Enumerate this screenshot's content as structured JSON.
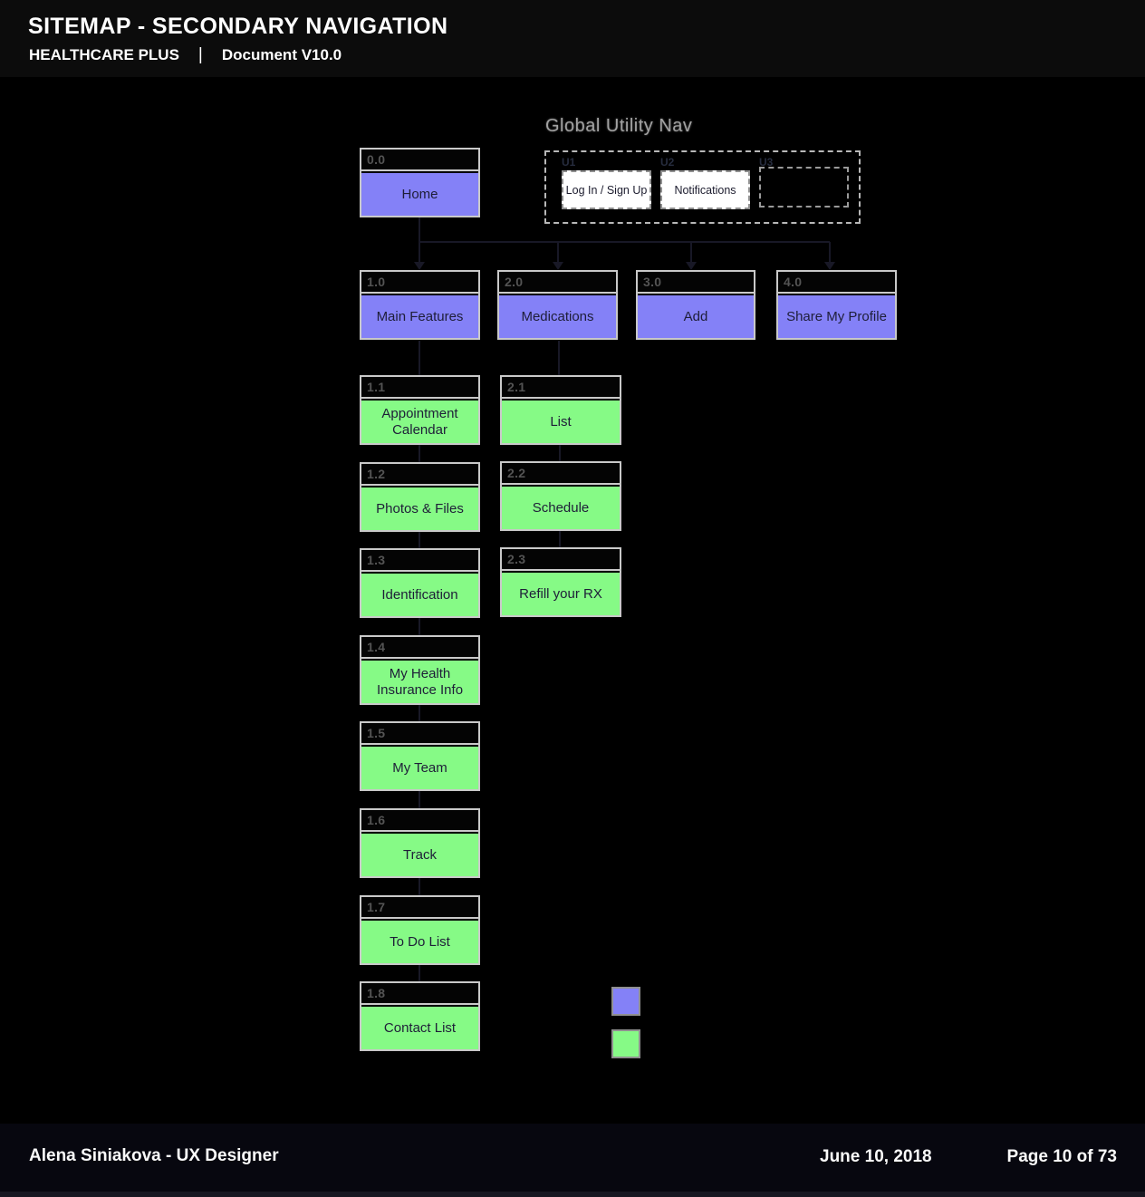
{
  "header": {
    "title": "SITEMAP - SECONDARY NAVIGATION",
    "brand": "HEALTHCARE PLUS",
    "separator": "|",
    "version": "Document V10.0"
  },
  "utility_nav": {
    "title": "Global Utility Nav",
    "items": [
      {
        "id": "U1",
        "label": "Log In / Sign Up"
      },
      {
        "id": "U2",
        "label": "Notifications"
      },
      {
        "id": "U3",
        "label": ""
      }
    ]
  },
  "sitemap": {
    "home": {
      "id": "0.0",
      "label": "Home"
    },
    "level1": [
      {
        "id": "1.0",
        "label": "Main Features"
      },
      {
        "id": "2.0",
        "label": "Medications"
      },
      {
        "id": "3.0",
        "label": "Add"
      },
      {
        "id": "4.0",
        "label": "Share My Profile"
      }
    ],
    "main_features_children": [
      {
        "id": "1.1",
        "label": "Appointment Calendar"
      },
      {
        "id": "1.2",
        "label": "Photos & Files"
      },
      {
        "id": "1.3",
        "label": "Identification"
      },
      {
        "id": "1.4",
        "label": "My Health Insurance Info"
      },
      {
        "id": "1.5",
        "label": "My Team"
      },
      {
        "id": "1.6",
        "label": "Track"
      },
      {
        "id": "1.7",
        "label": "To Do List"
      },
      {
        "id": "1.8",
        "label": "Contact List"
      }
    ],
    "medications_children": [
      {
        "id": "2.1",
        "label": "List"
      },
      {
        "id": "2.2",
        "label": "Schedule"
      },
      {
        "id": "2.3",
        "label": "Refill your RX"
      }
    ]
  },
  "legend": {
    "swatches": [
      {
        "name": "purple",
        "hex": "#8481F7"
      },
      {
        "name": "green",
        "hex": "#86FA86"
      }
    ]
  },
  "footer": {
    "author": "Alena Siniakova - UX Designer",
    "date": "June 10,  2018",
    "page": "Page 10 of 73"
  }
}
